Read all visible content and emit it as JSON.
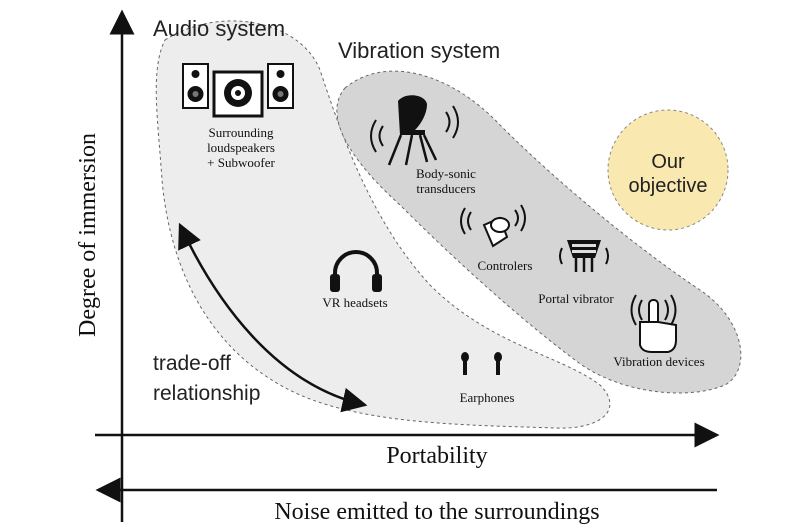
{
  "axes": {
    "y_label": "Degree of immersion",
    "x_label": "Portability",
    "bottom_label": "Noise emitted to the surroundings"
  },
  "groups": {
    "audio": "Audio system",
    "vibration": "Vibration system",
    "objective_line1": "Our",
    "objective_line2": "objective"
  },
  "tradeoff": {
    "line1": "trade-off",
    "line2": "relationship"
  },
  "items": {
    "loudspeakers_line1": "Surrounding",
    "loudspeakers_line2": "loudspeakers",
    "loudspeakers_line3": "+ Subwoofer",
    "vr_headsets": "VR headsets",
    "earphones": "Earphones",
    "bodysonic_line1": "Body-sonic",
    "bodysonic_line2": "transducers",
    "controllers": "Controlers",
    "portal_vibrator": "Portal vibrator",
    "vibration_devices": "Vibration devices"
  },
  "colors": {
    "audio_fill": "#ededed",
    "vibration_fill": "#d5d5d5",
    "objective_fill": "#f9e9b0",
    "axis": "#111111"
  }
}
